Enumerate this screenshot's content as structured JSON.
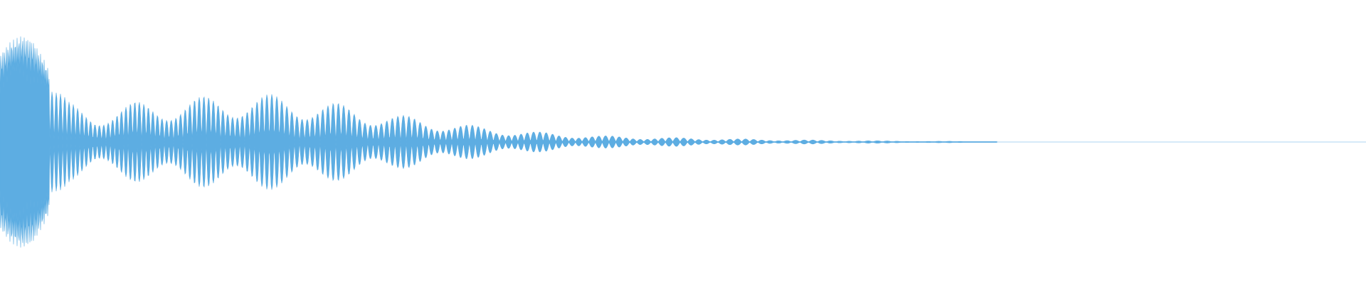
{
  "waveform": {
    "color": "#5dade2",
    "background": "#ffffff",
    "shape": "decaying-beating-oscillation",
    "envelope": [
      {
        "t": 0.0,
        "a": 0.82
      },
      {
        "t": 0.008,
        "a": 0.95
      },
      {
        "t": 0.016,
        "a": 1.0
      },
      {
        "t": 0.024,
        "a": 0.95
      },
      {
        "t": 0.032,
        "a": 0.78
      },
      {
        "t": 0.04,
        "a": 0.55
      },
      {
        "t": 0.05,
        "a": 0.38
      },
      {
        "t": 0.07,
        "a": 0.3
      },
      {
        "t": 0.1,
        "a": 0.38
      },
      {
        "t": 0.14,
        "a": 0.42
      },
      {
        "t": 0.18,
        "a": 0.46
      },
      {
        "t": 0.215,
        "a": 0.44
      },
      {
        "t": 0.24,
        "a": 0.38
      },
      {
        "t": 0.27,
        "a": 0.32
      },
      {
        "t": 0.29,
        "a": 0.26
      },
      {
        "t": 0.32,
        "a": 0.21
      },
      {
        "t": 0.35,
        "a": 0.15
      },
      {
        "t": 0.38,
        "a": 0.11
      },
      {
        "t": 0.41,
        "a": 0.08
      },
      {
        "t": 0.44,
        "a": 0.06
      },
      {
        "t": 0.48,
        "a": 0.045
      },
      {
        "t": 0.52,
        "a": 0.035
      },
      {
        "t": 0.56,
        "a": 0.025
      },
      {
        "t": 0.6,
        "a": 0.018
      },
      {
        "t": 0.64,
        "a": 0.012
      },
      {
        "t": 0.68,
        "a": 0.008
      },
      {
        "t": 0.71,
        "a": 0.006
      },
      {
        "t": 0.725,
        "a": 0.004
      },
      {
        "t": 0.73,
        "a": 0.0
      },
      {
        "t": 1.0,
        "a": 0.0
      }
    ]
  }
}
